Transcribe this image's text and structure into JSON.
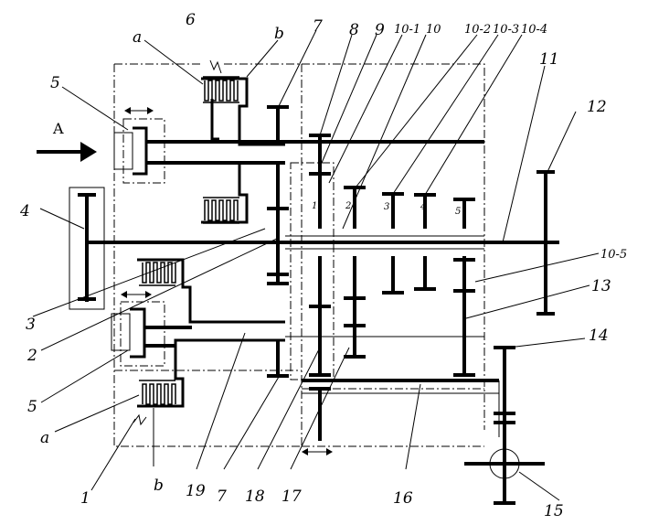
{
  "input_direction": "A",
  "labels": {
    "l1": "1",
    "l2": "2",
    "l3": "3",
    "l4": "4",
    "l5_top": "5",
    "l5_bottom": "5",
    "l6": "6",
    "l7_top": "7",
    "l7_bottom": "7",
    "l8": "8",
    "l9": "9",
    "l10": "10",
    "l10_1": "10-1",
    "l10_2": "10-2",
    "l10_3": "10-3",
    "l10_4": "10-4",
    "l10_5": "10-5",
    "l11": "11",
    "l12": "12",
    "l13": "13",
    "l14": "14",
    "l15": "15",
    "l16": "16",
    "l17": "17",
    "l18": "18",
    "l19": "19",
    "a_top": "a",
    "a_bottom": "a",
    "b_top": "b",
    "b_bottom": "b"
  },
  "gear_numbers": {
    "g1": "1",
    "g2": "2",
    "g3": "3",
    "g4": "4",
    "g5": "5"
  }
}
